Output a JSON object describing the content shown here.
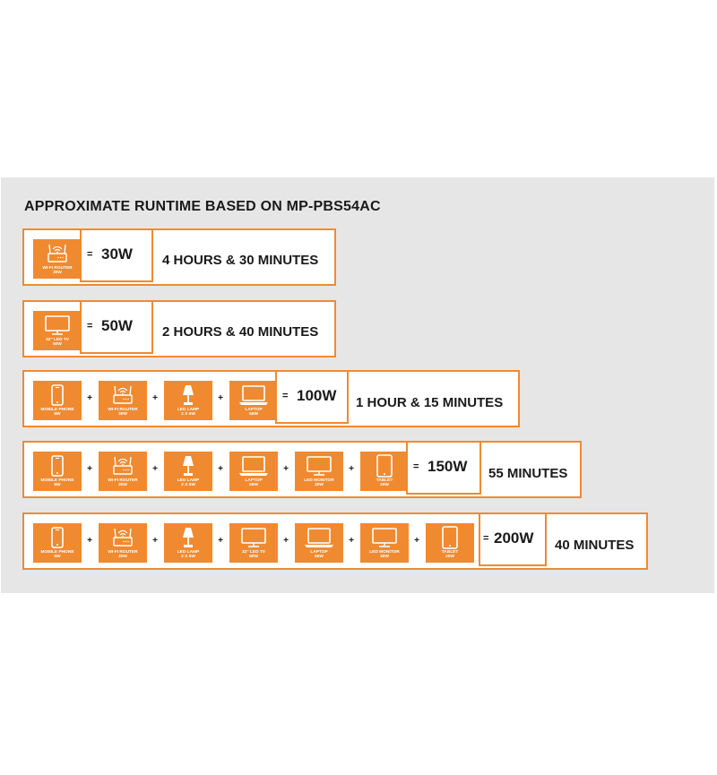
{
  "title": "APPROXIMATE RUNTIME BASED ON MP-PBS54AC",
  "accent_color": "#f08a30",
  "background_color": "#e6e6e6",
  "icon_map": {
    "mobile_phone": "phone-icon",
    "wifi_router": "router-icon",
    "led_lamp": "lamp-icon",
    "laptop": "laptop-icon",
    "led_tv": "tv-icon",
    "led_monitor": "monitor-icon",
    "tablet": "tablet-icon"
  },
  "rows": [
    {
      "devices": [
        {
          "icon": "router-icon",
          "label_line1": "WI-FI ROUTER",
          "label_line2": "30W"
        }
      ],
      "equals": "=",
      "total": "30W",
      "runtime": "4 HOURS & 30 MINUTES"
    },
    {
      "devices": [
        {
          "icon": "tv-icon",
          "label_line1": "32\" LED TV",
          "label_line2": "50W"
        }
      ],
      "equals": "=",
      "total": "50W",
      "runtime": "2 HOURS & 40 MINUTES"
    },
    {
      "devices": [
        {
          "icon": "phone-icon",
          "label_line1": "MOBILE PHONE",
          "label_line2": "5W"
        },
        {
          "icon": "router-icon",
          "label_line1": "WI-FI ROUTER",
          "label_line2": "30W"
        },
        {
          "icon": "lamp-icon",
          "label_line1": "LED LAMP",
          "label_line2": "2 X 5W"
        },
        {
          "icon": "laptop-icon",
          "label_line1": "LAPTOP",
          "label_line2": "55W"
        }
      ],
      "plus": "+",
      "equals": "=",
      "total": "100W",
      "runtime": "1 HOUR & 15 MINUTES"
    },
    {
      "devices": [
        {
          "icon": "phone-icon",
          "label_line1": "MOBILE PHONE",
          "label_line2": "5W"
        },
        {
          "icon": "router-icon",
          "label_line1": "WI-FI ROUTER",
          "label_line2": "30W"
        },
        {
          "icon": "lamp-icon",
          "label_line1": "LED LAMP",
          "label_line2": "2 X 5W"
        },
        {
          "icon": "laptop-icon",
          "label_line1": "LAPTOP",
          "label_line2": "55W"
        },
        {
          "icon": "monitor-icon",
          "label_line1": "LED MONITOR",
          "label_line2": "30W"
        },
        {
          "icon": "tablet-icon",
          "label_line1": "TABLET",
          "label_line2": "20W"
        }
      ],
      "plus": "+",
      "equals": "=",
      "total": "150W",
      "runtime": "55 MINUTES"
    },
    {
      "devices": [
        {
          "icon": "phone-icon",
          "label_line1": "MOBILE PHONE",
          "label_line2": "5W"
        },
        {
          "icon": "router-icon",
          "label_line1": "WI-FI ROUTER",
          "label_line2": "30W"
        },
        {
          "icon": "lamp-icon",
          "label_line1": "LED LAMP",
          "label_line2": "2 X 5W"
        },
        {
          "icon": "tv-icon",
          "label_line1": "32\" LED TV",
          "label_line2": "50W"
        },
        {
          "icon": "laptop-icon",
          "label_line1": "LAPTOP",
          "label_line2": "55W"
        },
        {
          "icon": "monitor-icon",
          "label_line1": "LED MONITOR",
          "label_line2": "30W"
        },
        {
          "icon": "tablet-icon",
          "label_line1": "TABLET",
          "label_line2": "20W"
        }
      ],
      "plus": "+",
      "equals": "=",
      "total": "200W",
      "runtime": "40 MINUTES"
    }
  ]
}
